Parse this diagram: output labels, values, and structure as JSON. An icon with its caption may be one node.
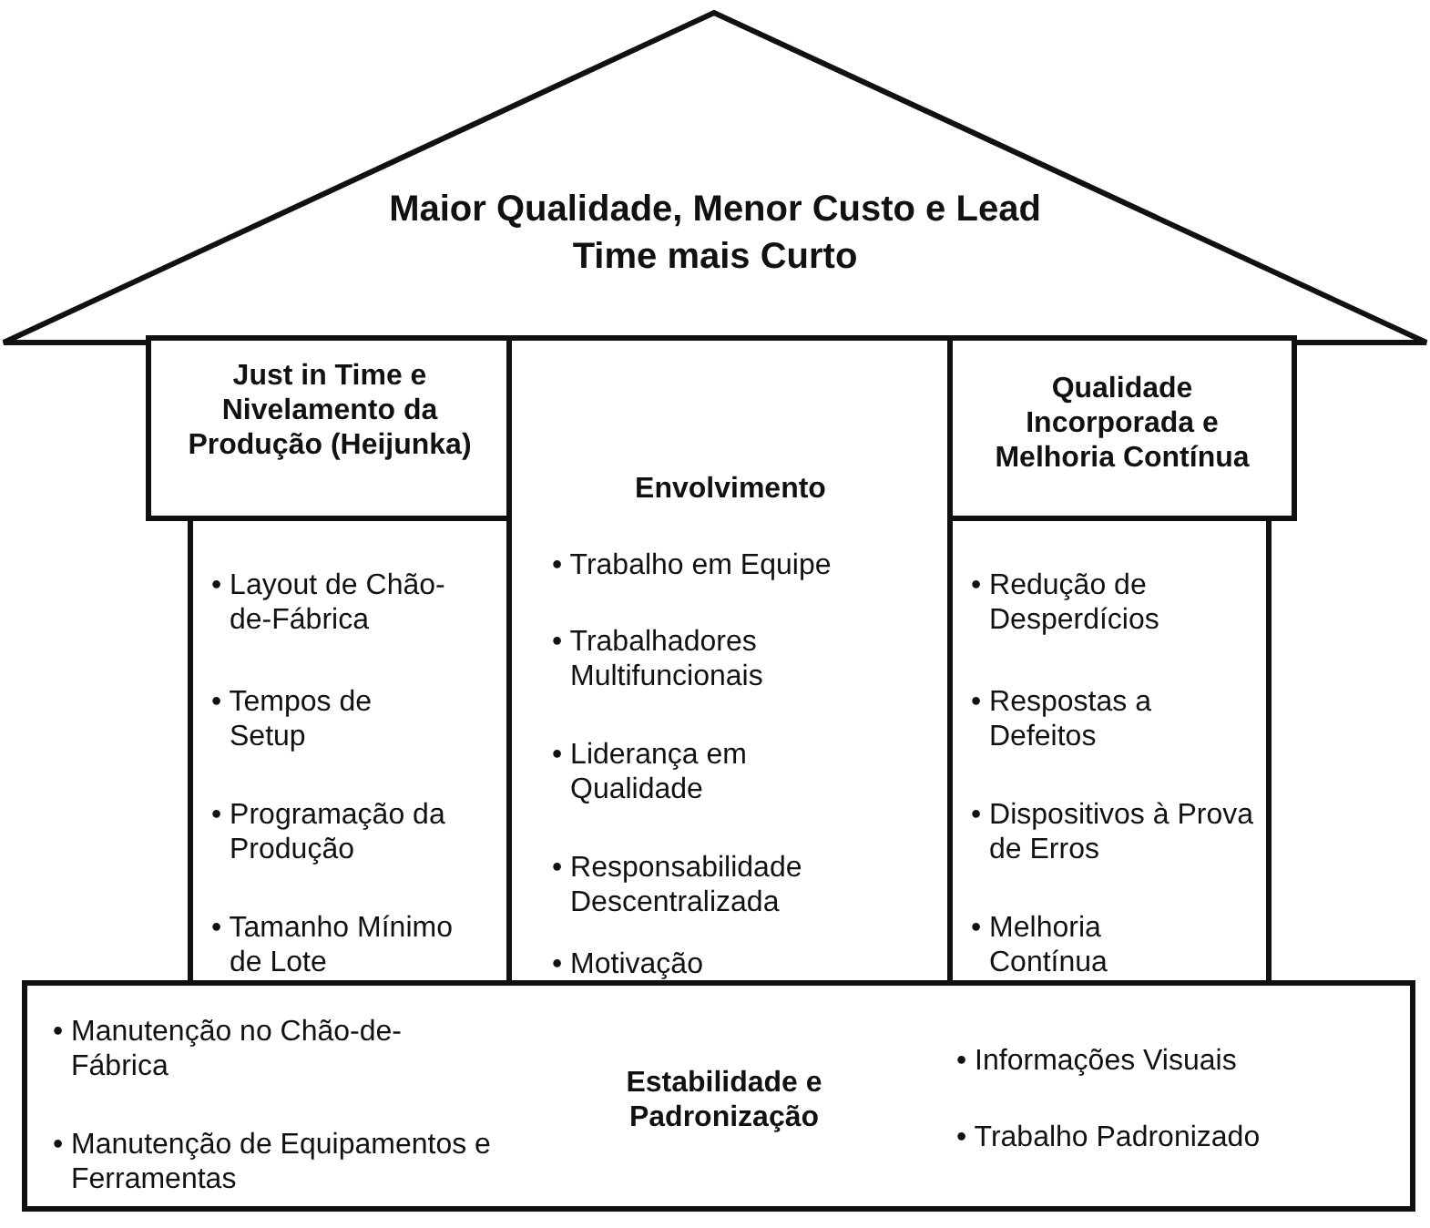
{
  "diagram": {
    "nodes": [
      {
        "text": [
          "Maior Qualidade, Menor Custo e Lead Time mais Curto"
        ]
      },
      {
        "text": [
          "Just in Time e Nivelamento da Produção (Heijunka)"
        ]
      },
      {
        "text": [
          "• Layout de Chão-de-Fábrica",
          "• Tempos de Setup",
          "• Programação da Produção",
          "• Tamanho Mínimo de Lote"
        ]
      },
      {
        "text": [
          "Envolvimento",
          "• Trabalho em Equipe",
          "• Trabalhadores Multifuncionais",
          "• Liderança em Qualidade",
          "• Responsabilidade Descentralizada",
          "• Motivação"
        ]
      },
      {
        "text": [
          "Qualidade Incorporada e Melhoria Contínua"
        ]
      },
      {
        "text": [
          "• Redução de Desperdícios",
          "• Respostas a Defeitos",
          "• Dispositivos à Prova de Erros",
          "• Melhoria Contínua"
        ]
      },
      {
        "text": [
          "• Manutenção no Chão-de-Fábrica",
          "• Manutenção de Equipamentos e Ferramentas",
          "Estabilidade e Padronização",
          "• Informações Visuais",
          "• Trabalho Padronizado"
        ]
      }
    ],
    "edges": []
  }
}
